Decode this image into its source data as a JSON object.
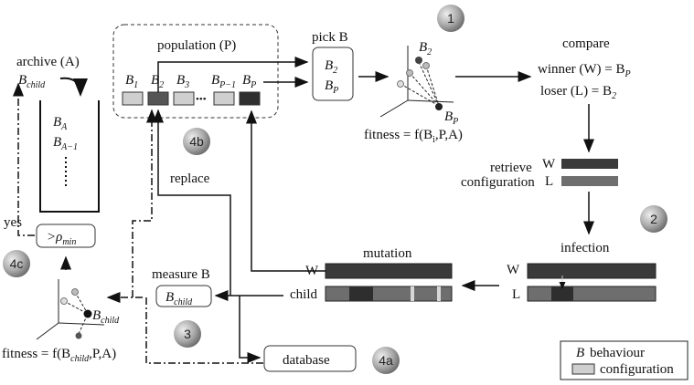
{
  "archive": {
    "title": "archive (A)",
    "b_child": "B",
    "b_child_sub": "child",
    "entry_a_base": "B",
    "entry_a_sub": "A",
    "entry_a1_base": "B",
    "entry_a1_sub": "A−1"
  },
  "population": {
    "title": "population (P)",
    "cells": [
      {
        "base": "B",
        "sub": "1"
      },
      {
        "base": "B",
        "sub": "2"
      },
      {
        "base": "B",
        "sub": "3"
      },
      {
        "base": "B",
        "sub": "P−1"
      },
      {
        "base": "B",
        "sub": "P"
      }
    ],
    "ellipsis": "•••"
  },
  "pick": {
    "title": "pick B",
    "item1_base": "B",
    "item1_sub": "2",
    "item2_base": "B",
    "item2_sub": "P"
  },
  "tournament": {
    "label_top_base": "B",
    "label_top_sub": "2",
    "label_bot_base": "B",
    "label_bot_sub": "P",
    "fitness": "fitness = f(B",
    "fitness_sub": "i",
    "fitness_tail": ",P,A)"
  },
  "compare": {
    "title": "compare",
    "winner": "winner (W) = B",
    "winner_sub": "P",
    "loser": "loser (L) = B",
    "loser_sub": "2"
  },
  "retrieve": {
    "line1": "retrieve",
    "line2": "configuration",
    "w": "W",
    "l": "L"
  },
  "infection": {
    "title": "infection",
    "w": "W",
    "l": "L"
  },
  "mutation": {
    "title": "mutation",
    "w": "W",
    "child": "child"
  },
  "measure": {
    "title": "measure B",
    "box_base": "B",
    "box_sub": "child"
  },
  "threshold": {
    "yes": "yes",
    "op": ">ρ",
    "op_sub": "min"
  },
  "bottom_fitness": {
    "text": "fitness = f(B",
    "sub": "child",
    "tail": ",P,A)",
    "label_base": "B",
    "label_sub": "child"
  },
  "replace": "replace",
  "database": "database",
  "steps": [
    "1",
    "2",
    "3",
    "4a",
    "4b",
    "4c"
  ],
  "legend": {
    "b": "B",
    "b_text": "behaviour",
    "config_text": "configuration"
  },
  "colors": {
    "winner_bar": "#3a3a3a",
    "loser_bar": "#6e6e6e",
    "light_cell": "#cfcfcf",
    "dark_cell": "#555555",
    "step_circle": "#9a9a9a"
  }
}
